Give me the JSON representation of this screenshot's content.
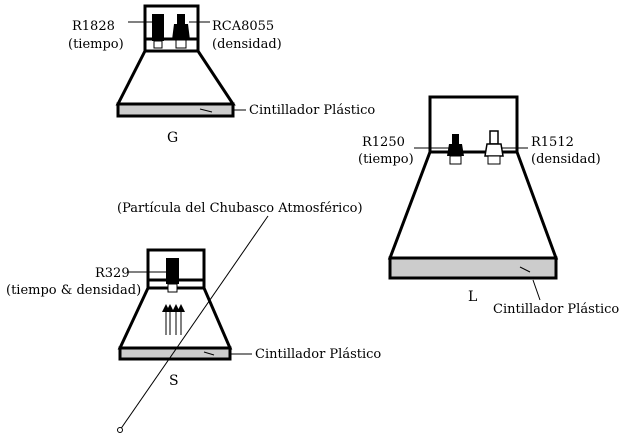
{
  "detectors": {
    "g": {
      "letter": "G",
      "pmt_left": {
        "code": "R1828",
        "role": "(tiempo)"
      },
      "pmt_right": {
        "code": "RCA8055",
        "role": "(densidad)"
      },
      "scintillator_label": "Cintillador Plástico"
    },
    "l": {
      "letter": "L",
      "pmt_left": {
        "code": "R1250",
        "role": "(tiempo)"
      },
      "pmt_right": {
        "code": "R1512",
        "role": "(densidad)"
      },
      "scintillator_label": "Cintillador Plástico"
    },
    "s": {
      "letter": "S",
      "pmt": {
        "code": "R329",
        "role": "(tiempo & densidad)"
      },
      "scintillator_label": "Cintillador Plástico"
    }
  },
  "particle_label": "(Partícula del Chubasco Atmosférico)",
  "colors": {
    "ink": "#000000",
    "scintillator_fill": "#cccccc",
    "background": "#ffffff"
  }
}
